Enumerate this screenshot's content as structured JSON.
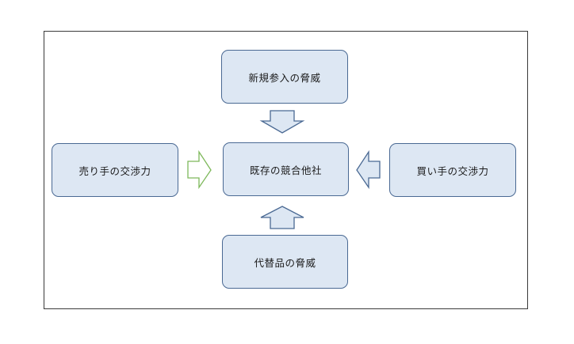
{
  "diagram": {
    "nodes": {
      "top": "新規参入の脅威",
      "center": "既存の競合他社",
      "left": "売り手の交渉力",
      "right": "買い手の交渉力",
      "bottom": "代替品の脅威"
    },
    "colors": {
      "node_fill": "#dde7f3",
      "node_border": "#4a6993",
      "arrow_blue": "#4a6993",
      "arrow_green": "#7db85a",
      "frame_border": "#3a3a3a"
    }
  }
}
